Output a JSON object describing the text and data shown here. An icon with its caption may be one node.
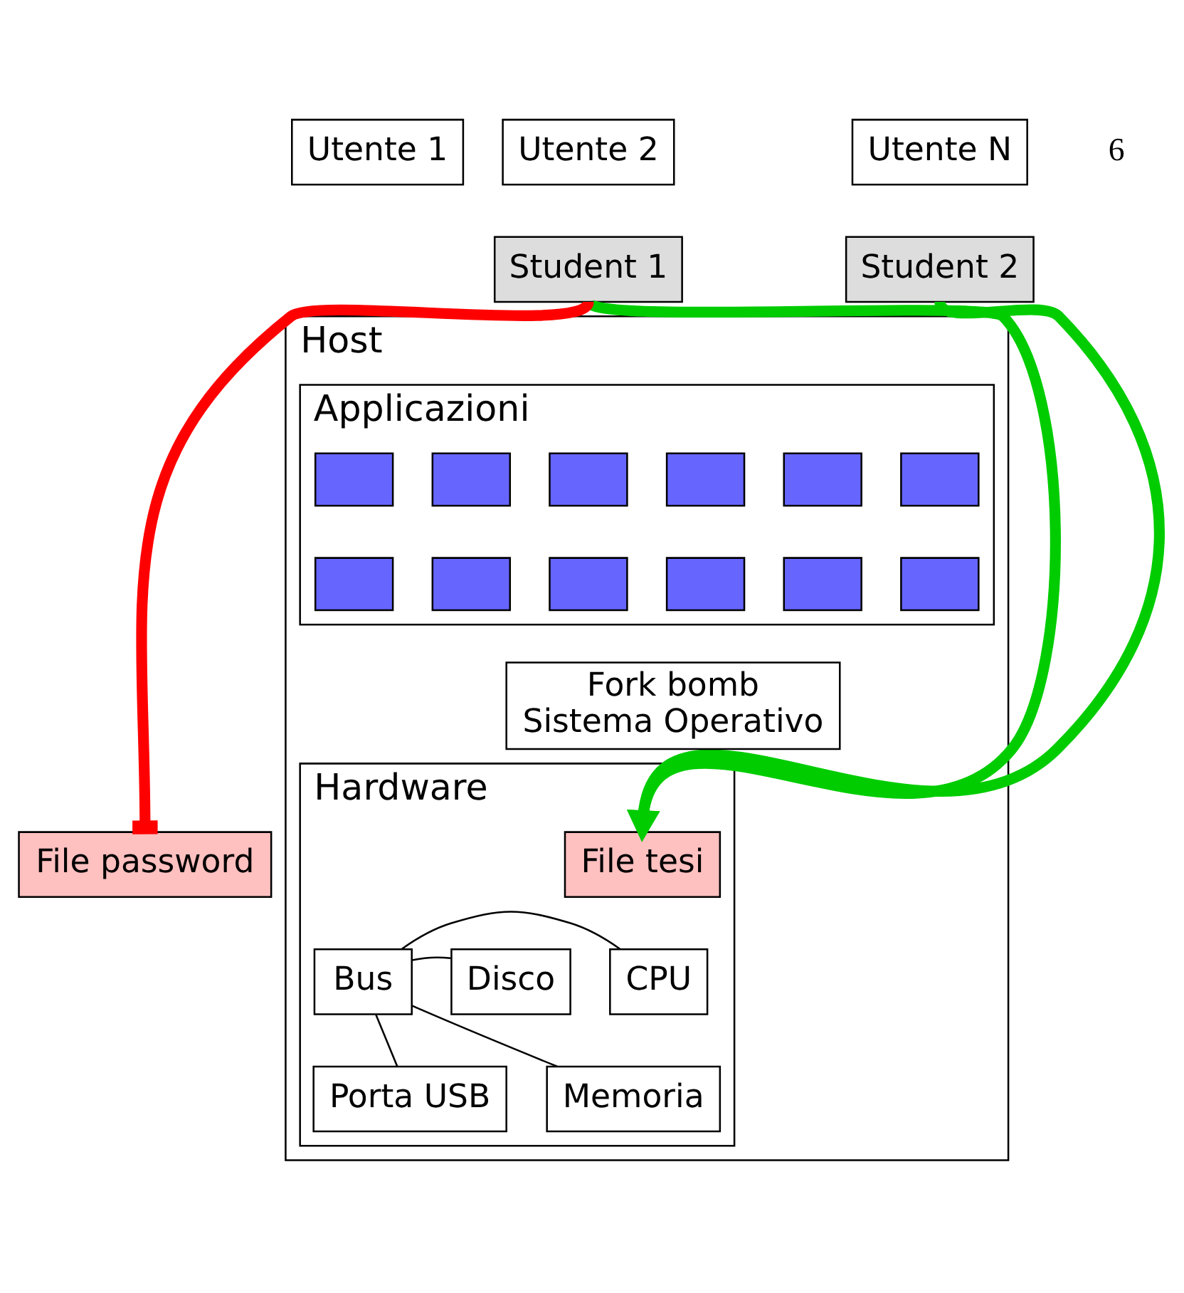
{
  "diagram": {
    "nodes": [
      {
        "text": [
          "Utente 1"
        ]
      },
      {
        "text": [
          "Utente 2"
        ]
      },
      {
        "text": [
          "Utente N"
        ]
      },
      {
        "text": [
          "Student 1"
        ]
      },
      {
        "text": [
          "Student 2"
        ]
      },
      {
        "text": [
          "Host"
        ]
      },
      {
        "text": [
          "Applicazioni"
        ],
        "in": 5
      },
      {
        "text": [],
        "shape": "box",
        "in": 6
      },
      {
        "text": [],
        "shape": "box",
        "in": 6
      },
      {
        "text": [],
        "shape": "box",
        "in": 6
      },
      {
        "text": [],
        "shape": "box",
        "in": 6
      },
      {
        "text": [],
        "shape": "box",
        "in": 6
      },
      {
        "text": [],
        "shape": "box",
        "in": 6
      },
      {
        "text": [],
        "shape": "box",
        "in": 6
      },
      {
        "text": [],
        "shape": "box",
        "in": 6
      },
      {
        "text": [],
        "shape": "box",
        "in": 6
      },
      {
        "text": [],
        "shape": "box",
        "in": 6
      },
      {
        "text": [],
        "shape": "box",
        "in": 6
      },
      {
        "text": [],
        "shape": "box",
        "in": 6
      },
      {
        "text": [
          "Fork bomb",
          "Sistema Operativo"
        ],
        "in": 5
      },
      {
        "text": [
          "Hardware"
        ],
        "in": 5
      },
      {
        "text": [
          "File tesi"
        ],
        "in": 20
      },
      {
        "text": [
          "File password"
        ]
      },
      {
        "text": [
          "CPU"
        ],
        "in": 20
      },
      {
        "text": [
          "Disco"
        ],
        "in": 20
      },
      {
        "text": [
          "Bus"
        ],
        "in": 20
      },
      {
        "text": [
          "Memoria"
        ],
        "in": 20
      },
      {
        "text": [
          "Porta USB"
        ],
        "in": 20
      }
    ],
    "edges": [
      {
        "from": 3,
        "to": 21,
        "arrow": "to",
        "style": "thick",
        "color": "#00cc00"
      },
      {
        "from": 3,
        "to": 22,
        "arrow": "other",
        "style": "thick",
        "color": "#ff0000"
      },
      {
        "from": 4,
        "to": 21,
        "arrow": "to",
        "style": "thick",
        "color": "#00cc00"
      },
      {
        "from": 23,
        "to": 25,
        "arrow": "none"
      },
      {
        "from": 26,
        "to": 25,
        "arrow": "none"
      },
      {
        "from": 24,
        "to": 25,
        "arrow": "none"
      },
      {
        "from": 27,
        "to": 25,
        "arrow": "none"
      }
    ],
    "labels": [
      "6"
    ]
  }
}
